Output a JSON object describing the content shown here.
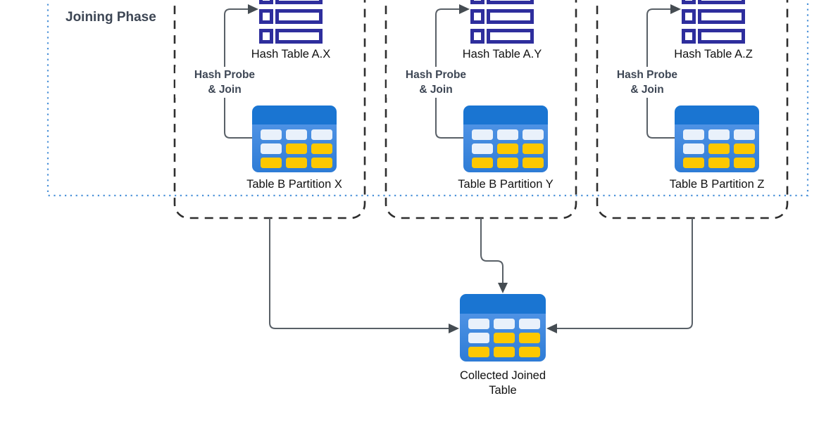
{
  "diagram": {
    "phase_label": "Joining Phase",
    "groups": [
      {
        "hash_table_label": "Hash Table A.X",
        "probe_lines": [
          "Hash Probe",
          "& Join"
        ],
        "table_label": "Table B Partition X"
      },
      {
        "hash_table_label": "Hash Table A.Y",
        "probe_lines": [
          "Hash Probe",
          "& Join"
        ],
        "table_label": "Table B Partition Y"
      },
      {
        "hash_table_label": "Hash Table A.Z",
        "probe_lines": [
          "Hash Probe",
          "& Join"
        ],
        "table_label": "Table B Partition Z"
      }
    ],
    "collected_table": {
      "label_lines": [
        "Collected Joined",
        "Table"
      ]
    },
    "icons": {
      "hash_table_icon": "hash-table-grid-icon",
      "partition_table_icon": "data-table-grid-icon",
      "collected_table_icon": "data-table-grid-icon",
      "arrow_style": "right-angle-gray-arrow"
    },
    "hash_icon": {
      "rows": 3
    },
    "table_icon": {
      "cell_pattern": [
        [
          "light",
          "light",
          "light"
        ],
        [
          "light",
          "yellow",
          "yellow"
        ],
        [
          "yellow",
          "yellow",
          "yellow"
        ]
      ]
    },
    "colors": {
      "indigo": "#2e2e9d",
      "tbl_header": "#1a75d2",
      "tbl_body_top": "#4e92e4",
      "tbl_body_bottom": "#2e7cd6",
      "cell_light": "#e9f1fb",
      "cell_yellow": "#fdc800",
      "dash_dark": "#2e2e2e",
      "dot_blue": "#4e93d9",
      "connector": "#596067",
      "arrow": "#454c52",
      "slate": "#3d4654",
      "label_text": "#111111"
    }
  }
}
